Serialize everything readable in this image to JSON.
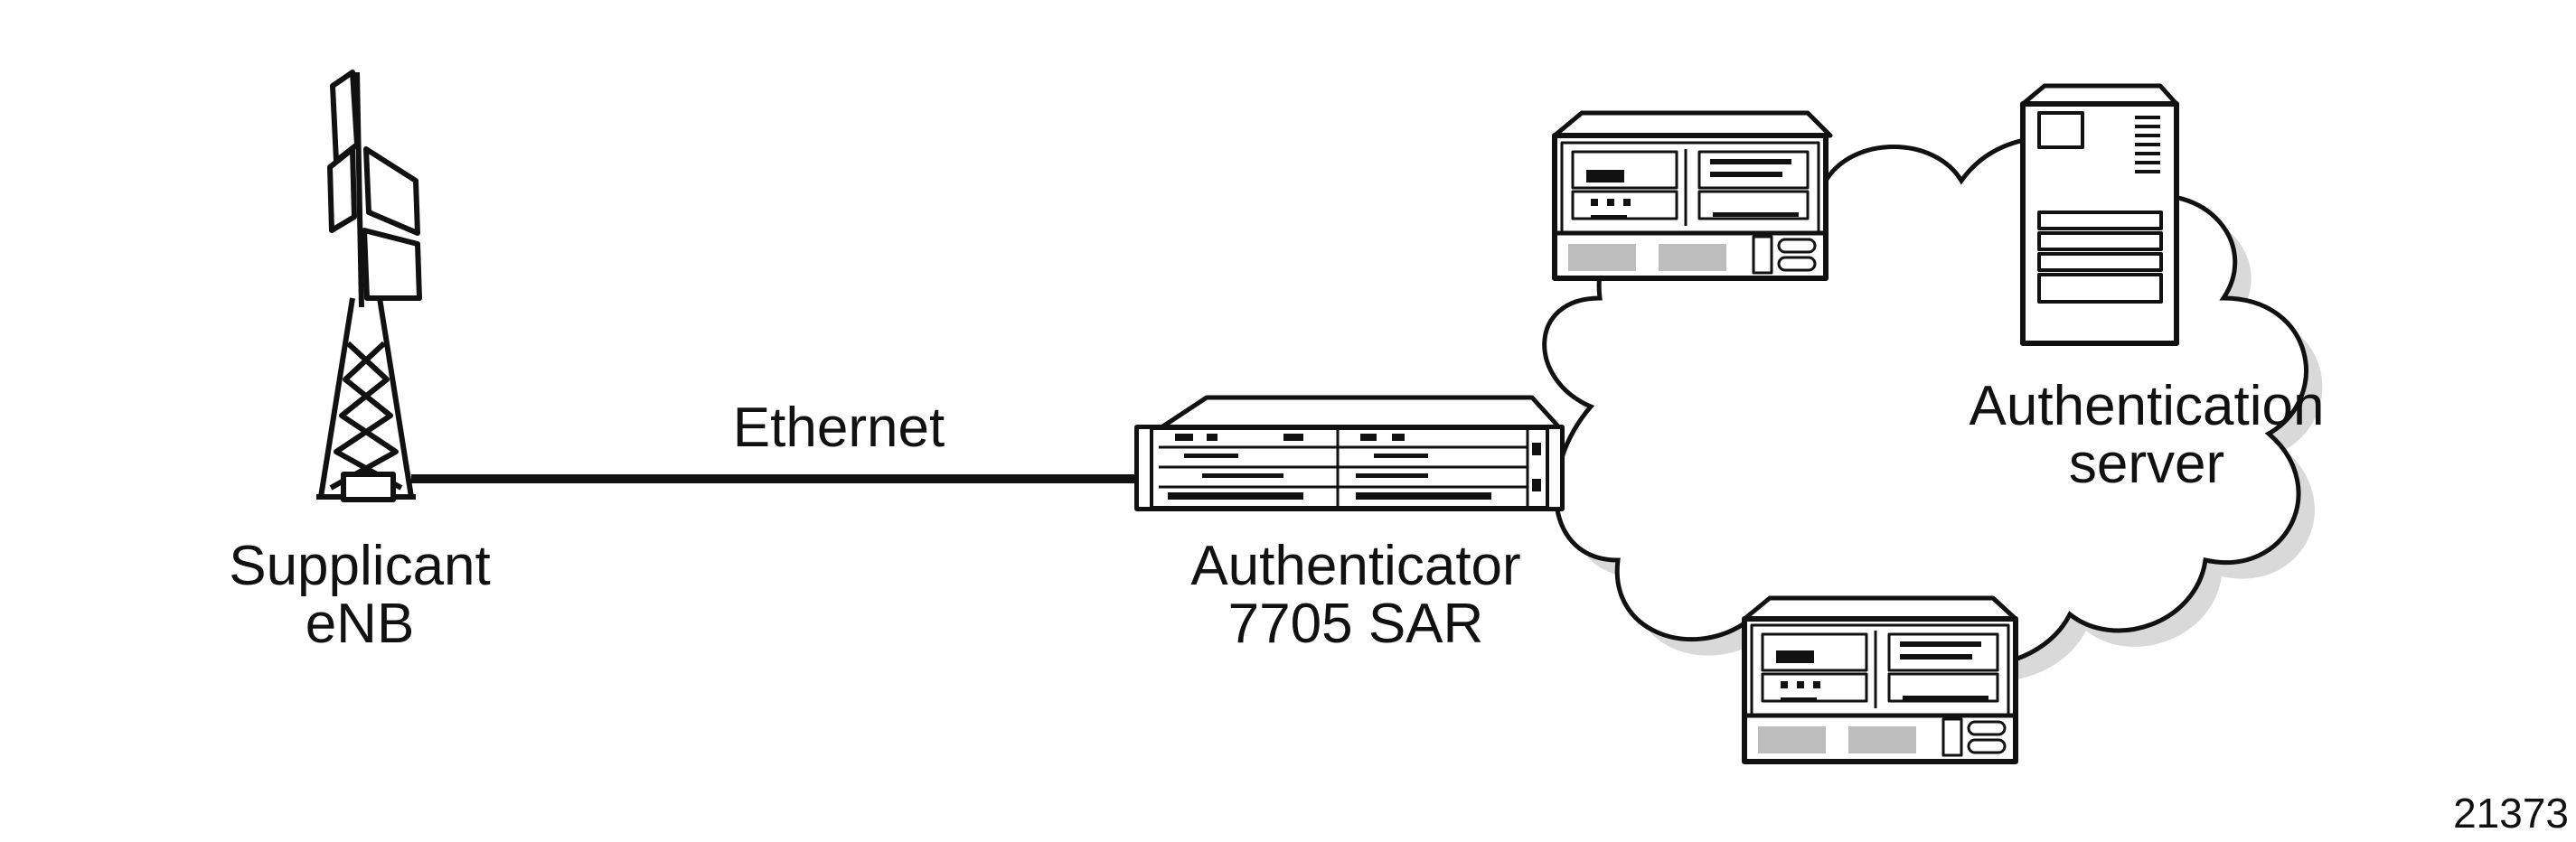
{
  "labels": {
    "ethernet": "Ethernet",
    "supplicant_line1": "Supplicant",
    "supplicant_line2": "eNB",
    "authenticator_line1": "Authenticator",
    "authenticator_line2": "7705 SAR",
    "auth_server_line1": "Authentication",
    "auth_server_line2": "server",
    "figure_id": "21373"
  },
  "colors": {
    "stroke": "#111111",
    "cloud_shadow": "#d9d9d9",
    "panel_gray": "#bdbdbd",
    "background": "#ffffff"
  },
  "icons": {
    "supplicant": "cell-tower-icon",
    "authenticator": "router-chassis-icon",
    "server_top": "network-device-icon",
    "server_bottom": "network-device-icon",
    "auth_server": "tower-server-icon",
    "network": "cloud-icon"
  }
}
